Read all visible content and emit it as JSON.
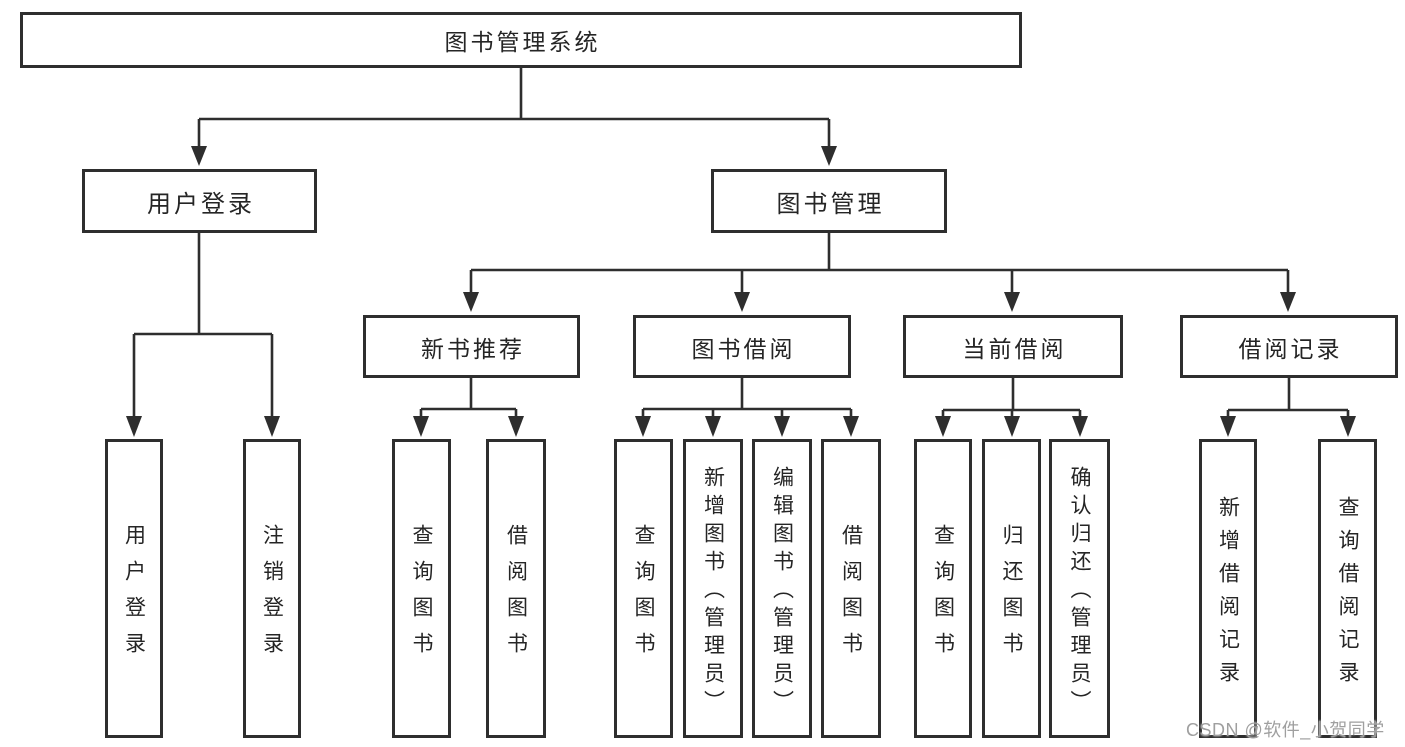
{
  "tree": {
    "label": "图书管理系统",
    "children": [
      {
        "label": "用户登录",
        "children": [
          {
            "label": "用户登录"
          },
          {
            "label": "注销登录"
          }
        ]
      },
      {
        "label": "图书管理",
        "children": [
          {
            "label": "新书推荐",
            "children": [
              {
                "label": "查询图书"
              },
              {
                "label": "借阅图书"
              }
            ]
          },
          {
            "label": "图书借阅",
            "children": [
              {
                "label": "查询图书"
              },
              {
                "label": "新增图书（管理员）"
              },
              {
                "label": "编辑图书（管理员）"
              },
              {
                "label": "借阅图书"
              }
            ]
          },
          {
            "label": "当前借阅",
            "children": [
              {
                "label": "查询图书"
              },
              {
                "label": "归还图书"
              },
              {
                "label": "确认归还（管理员）"
              }
            ]
          },
          {
            "label": "借阅记录",
            "children": [
              {
                "label": "新增借阅记录"
              },
              {
                "label": "查询借阅记录"
              }
            ]
          }
        ]
      }
    ]
  },
  "watermark": "CSDN @软件_小贺同学",
  "colors": {
    "line": "#2e2e2e",
    "box_border": "#2e2e2e",
    "text": "#252525",
    "background": "#ffffff",
    "watermark_text": "#9f9f9f"
  }
}
